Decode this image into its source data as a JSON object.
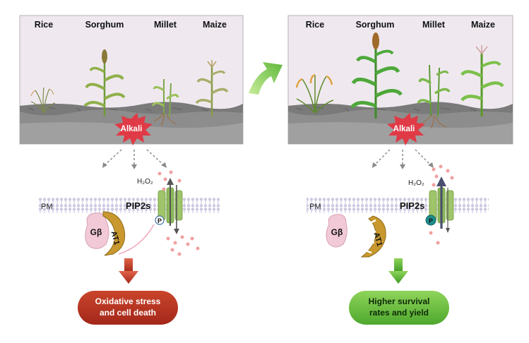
{
  "left_panel": {
    "crops": [
      "Rice",
      "Sorghum",
      "Millet",
      "Maize"
    ],
    "stress_label": "Alkali",
    "h2o2_label": "H₂O₂",
    "pm_label": "PM",
    "channel_label": "PIP2s",
    "phospho_label": "P",
    "gprotein_label": "Gβ",
    "at1_label": "AT1",
    "outcome": [
      "Oxidative stress",
      "and cell death"
    ]
  },
  "right_panel": {
    "crops": [
      "Rice",
      "Sorghum",
      "Millet",
      "Maize"
    ],
    "stress_label": "Alkali",
    "h2o2_label": "H₂O₂",
    "pm_label": "PM",
    "channel_label": "PIP2s",
    "phospho_label": "P",
    "gprotein_label": "Gβ",
    "at1_label": "AT1",
    "outcome": [
      "Higher survival",
      "rates and yield"
    ]
  },
  "colors": {
    "panel_bg": "#efe9ef",
    "soil": "#8d8d8d",
    "soil_dark": "#6e6e6e",
    "alkali": "#e03a46",
    "membrane": "#d9d3e6",
    "channel": "#9fc46a",
    "bad_outcome": "#b8321e",
    "good_outcome": "#5fb83a",
    "transition_arrow": "#7cc04a",
    "gbeta": "#f2c9d6",
    "at1": "#c9982e"
  }
}
